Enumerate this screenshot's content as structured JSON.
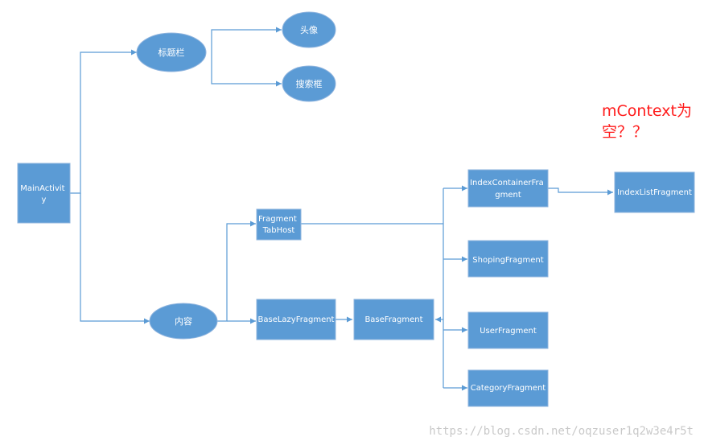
{
  "nodes": {
    "main_activity": {
      "lines": [
        "MainActivit",
        "y"
      ]
    },
    "title_bar": {
      "label": "标题栏"
    },
    "avatar": {
      "label": "头像"
    },
    "search_box": {
      "label": "搜索框"
    },
    "content": {
      "label": "内容"
    },
    "fragment_tabhost": {
      "lines": [
        "Fragment",
        "TabHost"
      ]
    },
    "base_lazy_fragment": {
      "label": "BaseLazyFragment"
    },
    "base_fragment": {
      "label": "BaseFragment"
    },
    "index_container_fragment": {
      "lines": [
        "IndexContainerFra",
        "gment"
      ]
    },
    "index_list_fragment": {
      "label": "IndexListFragment"
    },
    "shoping_fragment": {
      "label": "ShopingFragment"
    },
    "user_fragment": {
      "label": "UserFragment"
    },
    "category_fragment": {
      "label": "CategoryFragment"
    }
  },
  "note": {
    "lines": [
      "mContext为",
      "空？？"
    ],
    "color": "#ff1a1a"
  },
  "watermark": "https://blog.csdn.net/oqzuser1q2w3e4r5t",
  "colors": {
    "node_fill": "#5b9bd5",
    "connector": "#5b9bd5",
    "note": "#ff1a1a"
  }
}
